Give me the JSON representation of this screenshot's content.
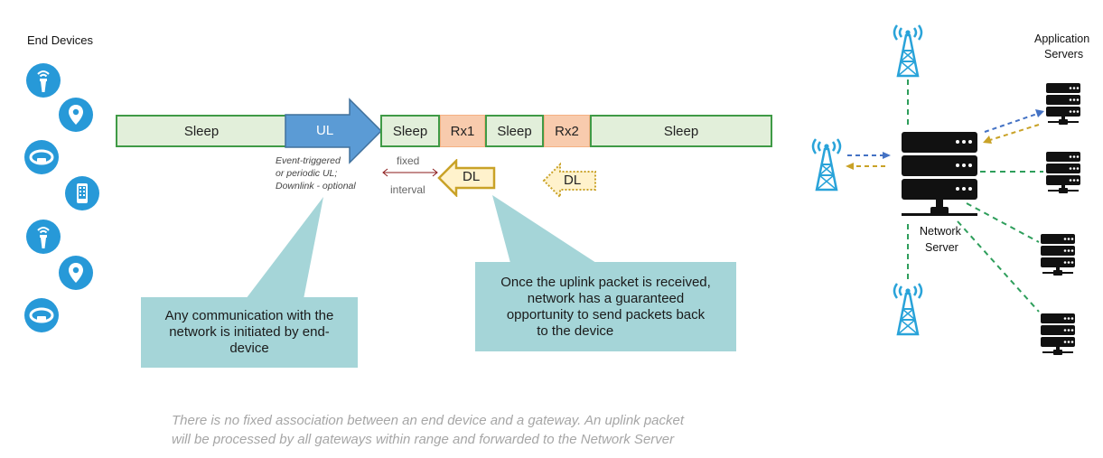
{
  "labels": {
    "end_devices": "End Devices",
    "application_servers_line1": "Application",
    "application_servers_line2": "Servers",
    "network_server_line1": "Network",
    "network_server_line2": "Server"
  },
  "timeline": {
    "sleep1": "Sleep",
    "ul": "UL",
    "sleep2": "Sleep",
    "rx1": "Rx1",
    "sleep3": "Sleep",
    "rx2": "Rx2",
    "sleep4": "Sleep"
  },
  "ul_note": {
    "line1": "Event-triggered",
    "line2": "or periodic UL;",
    "line3": "Downlink - optional"
  },
  "interval": {
    "line1": "fixed",
    "line2": "interval"
  },
  "dl": {
    "solid": "DL",
    "dashed": "DL"
  },
  "callouts": {
    "left": {
      "line1": "Any communication with the",
      "line2": "network is initiated by end-",
      "line3": "device"
    },
    "right": {
      "line1": "Once the uplink packet is received,",
      "line2": "network has a guaranteed",
      "line3": "opportunity to send packets back",
      "line4": "to the device"
    }
  },
  "footer": {
    "line1": "There is no fixed association between an end device and a gateway.  An uplink packet",
    "line2": "will be processed by all gateways within range and forwarded to the Network Server"
  },
  "colors": {
    "device_blue": "#2799d8",
    "sleep_fill": "#e2efda",
    "sleep_border": "#3f9a46",
    "ul_blue": "#5b9bd5",
    "rx_fill": "#f8cbad",
    "callout_teal": "#a5d5d8",
    "dl_gold": "#c9a227",
    "tower_blue": "#29a3d9",
    "link_green": "#2e9e5b",
    "uplink_arrow_blue": "#4472c4",
    "downlink_arrow_gold": "#c9a227"
  },
  "icons": [
    "gateway-device-icon",
    "location-pin-icon",
    "wristband-icon",
    "phone-icon",
    "antenna-tower-icon",
    "server-rack-icon"
  ]
}
